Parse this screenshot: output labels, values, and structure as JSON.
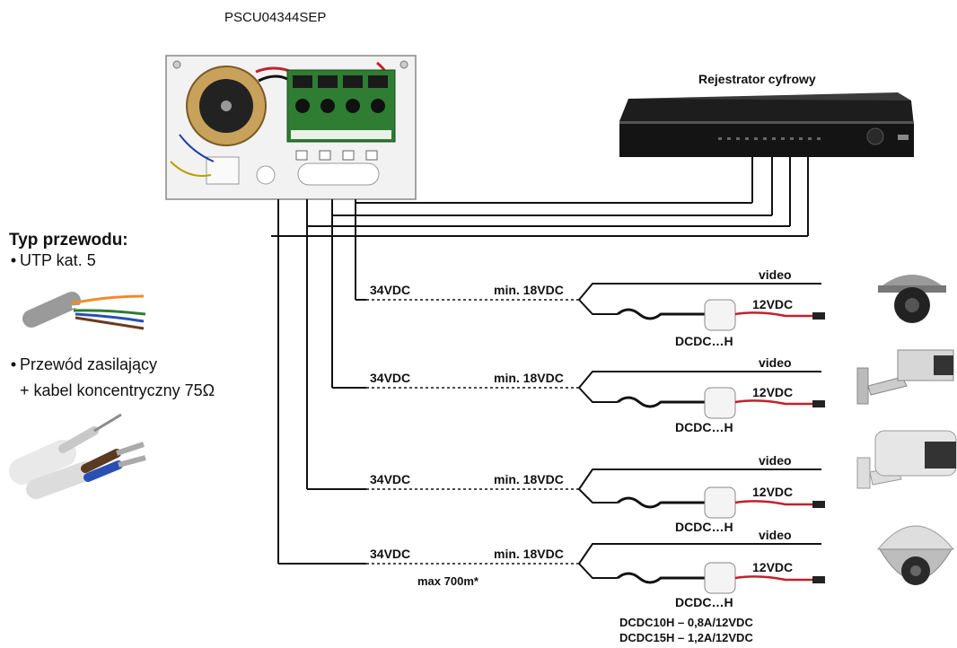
{
  "psu_title": "PSCU04344SEP",
  "recorder_title": "Rejestrator cyfrowy",
  "cable_type": {
    "heading": "Typ przewodu:",
    "option1": "UTP kat. 5",
    "option2_line1": "Przewód zasilający",
    "option2_line2": "+ kabel koncentryczny 75Ω"
  },
  "channels": [
    {
      "left_voltage": "34VDC",
      "min_voltage": "min. 18VDC",
      "video": "video",
      "out_voltage": "12VDC",
      "converter": "DCDC…H"
    },
    {
      "left_voltage": "34VDC",
      "min_voltage": "min. 18VDC",
      "video": "video",
      "out_voltage": "12VDC",
      "converter": "DCDC…H"
    },
    {
      "left_voltage": "34VDC",
      "min_voltage": "min. 18VDC",
      "video": "video",
      "out_voltage": "12VDC",
      "converter": "DCDC…H"
    },
    {
      "left_voltage": "34VDC",
      "min_voltage": "min. 18VDC",
      "video": "video",
      "out_voltage": "12VDC",
      "converter": "DCDC…H"
    }
  ],
  "max_length": "max 700m*",
  "footnote_line1": "DCDC10H – 0,8A/12VDC",
  "footnote_line2": "DCDC15H – 1,2A/12VDC",
  "colors": {
    "line": "#111111",
    "red_wire": "#c0222a",
    "green_board": "#2e7d32"
  }
}
